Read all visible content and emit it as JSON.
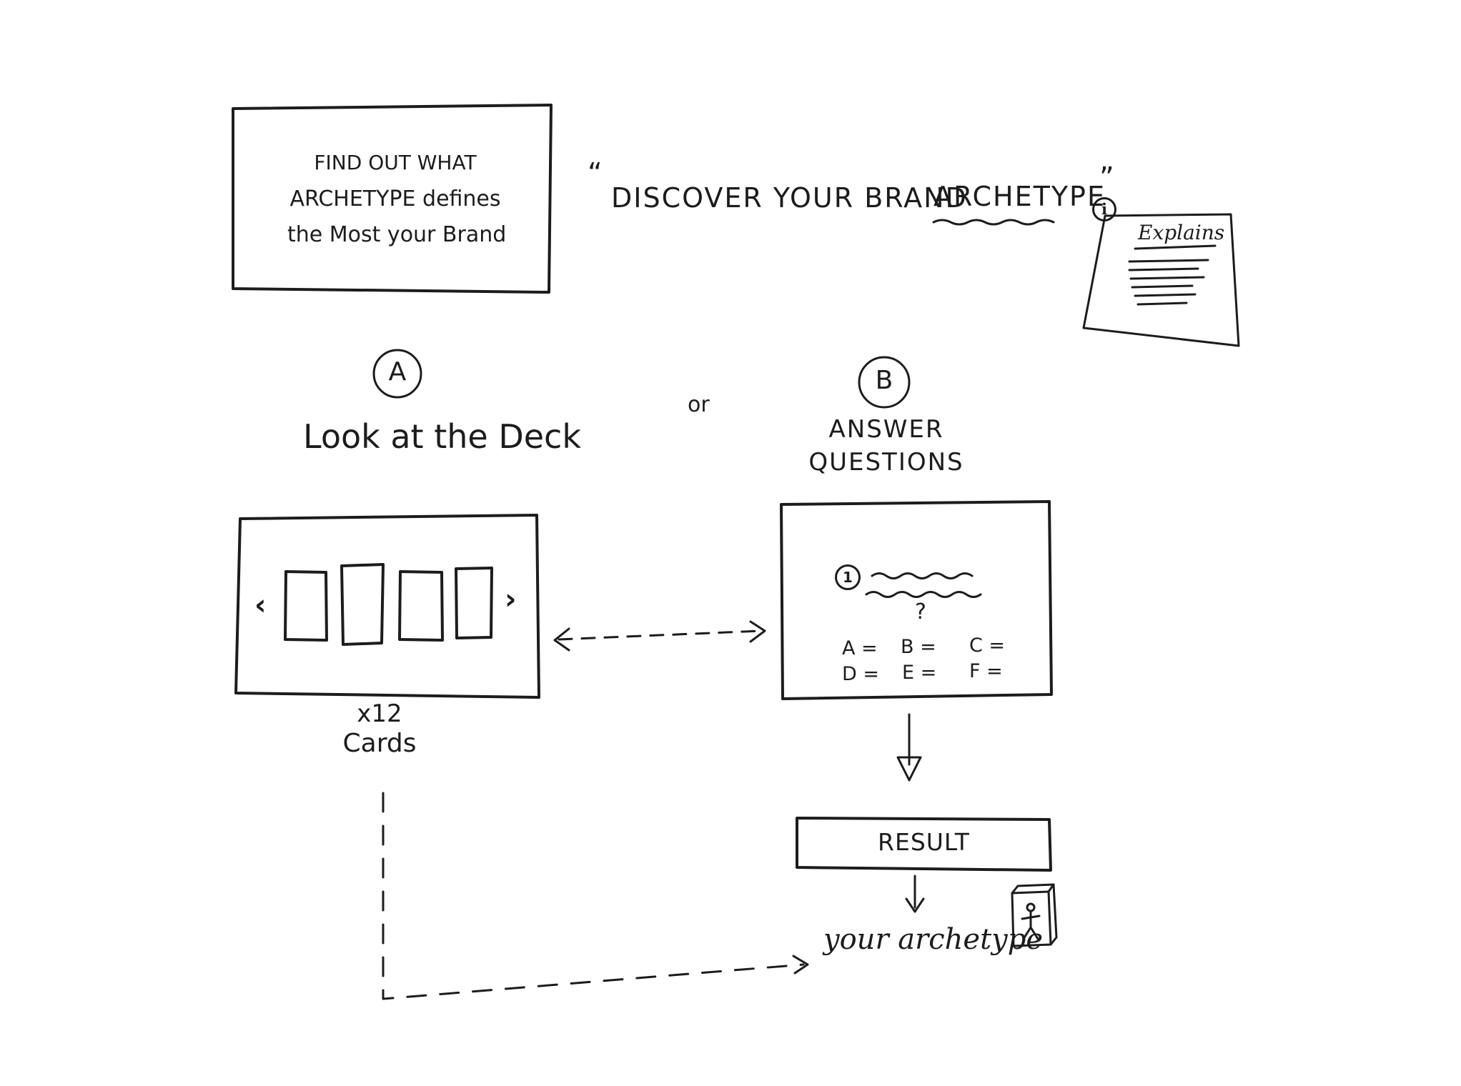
{
  "colors": {
    "ink": "#1c1c1c",
    "paper": "#ffffff"
  },
  "intro_box": {
    "line1": "FIND OUT WHAT",
    "line2": "ARCHETYPE defines",
    "line3": "the Most your Brand"
  },
  "headline": {
    "open_quote": "“",
    "text": "DISCOVER YOUR BRAND",
    "underlined_word": "ARCHETYPE",
    "close_quote": "”"
  },
  "info": {
    "icon": "info-icon",
    "symbol": "i"
  },
  "explains_note": {
    "title": "Explains"
  },
  "option_a": {
    "badge": "A",
    "title": "Look at the Deck"
  },
  "or_label": "or",
  "option_b": {
    "badge": "B",
    "title_line1": "ANSWER",
    "title_line2": "QUESTIONS"
  },
  "carousel": {
    "prev": "‹",
    "next": "›",
    "count_line1": "x12",
    "count_line2": "Cards"
  },
  "question": {
    "number": "1",
    "mark": "?",
    "answers": [
      "A =",
      "B =",
      "C =",
      "D =",
      "E =",
      "F ="
    ]
  },
  "result_label": "RESULT",
  "your_archetype": "your archetype"
}
